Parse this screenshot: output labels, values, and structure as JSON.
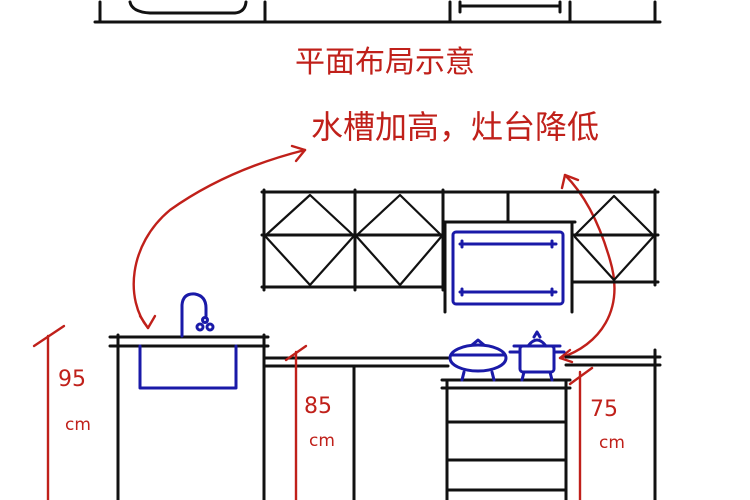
{
  "annotations": {
    "title": "平面布局示意",
    "note": "水槽加高，灶台降低"
  },
  "heights": {
    "sink_counter": {
      "value": "95",
      "unit": "cm"
    },
    "standard_counter": {
      "value": "85",
      "unit": "cm"
    },
    "stove_counter": {
      "value": "75",
      "unit": "cm"
    }
  },
  "colors": {
    "ink": "#111111",
    "annotation": "#c0201a",
    "fixtures": "#1a1aa8"
  }
}
